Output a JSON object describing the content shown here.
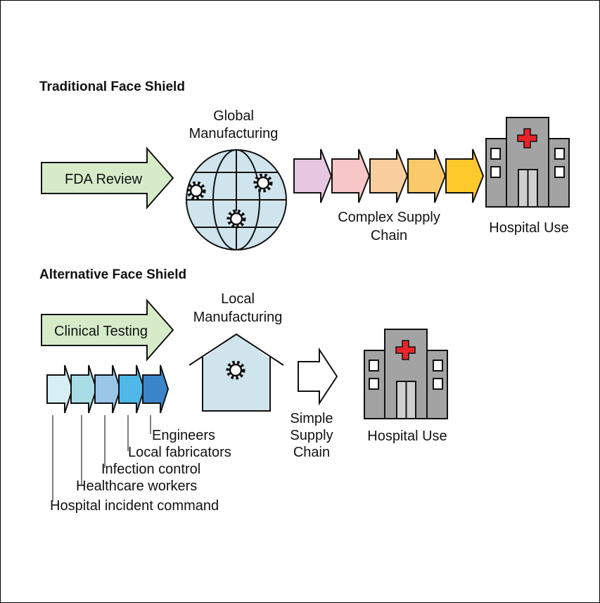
{
  "traditional": {
    "heading": "Traditional Face Shield",
    "review_label": "FDA Review",
    "manufacturing_label_line1": "Global",
    "manufacturing_label_line2": "Manufacturing",
    "supply_label_line1": "Complex Supply",
    "supply_label_line2": "Chain",
    "hospital_label": "Hospital Use",
    "supply_arrow_colors": [
      "#e5c8e0",
      "#f6c7c6",
      "#f9cf9e",
      "#fac96a",
      "#fdc92b"
    ]
  },
  "alternative": {
    "heading": "Alternative Face Shield",
    "testing_label": "Clinical Testing",
    "manufacturing_label_line1": "Local",
    "manufacturing_label_line2": "Manufacturing",
    "supply_label_line1": "Simple",
    "supply_label_line2": "Supply",
    "supply_label_line3": "Chain",
    "hospital_label": "Hospital Use",
    "stakeholders": [
      {
        "label": "Hospital incident command",
        "color": "#d6eef4"
      },
      {
        "label": "Healthcare workers",
        "color": "#a9dde6"
      },
      {
        "label": "Infection control",
        "color": "#9cc6e8"
      },
      {
        "label": "Local fabricators",
        "color": "#4fb8e8"
      },
      {
        "label": "Engineers",
        "color": "#3b86c8"
      }
    ]
  },
  "colors": {
    "review_arrow": "#d6ecc9",
    "globe_fill": "#cfe4ec",
    "house_fill": "#cfe4ec",
    "building_fill": "#a3a3a3",
    "cross": "#e8232a"
  },
  "icons": [
    "gear-icon",
    "globe-icon",
    "house-icon",
    "hospital-building-icon",
    "red-cross-icon"
  ]
}
